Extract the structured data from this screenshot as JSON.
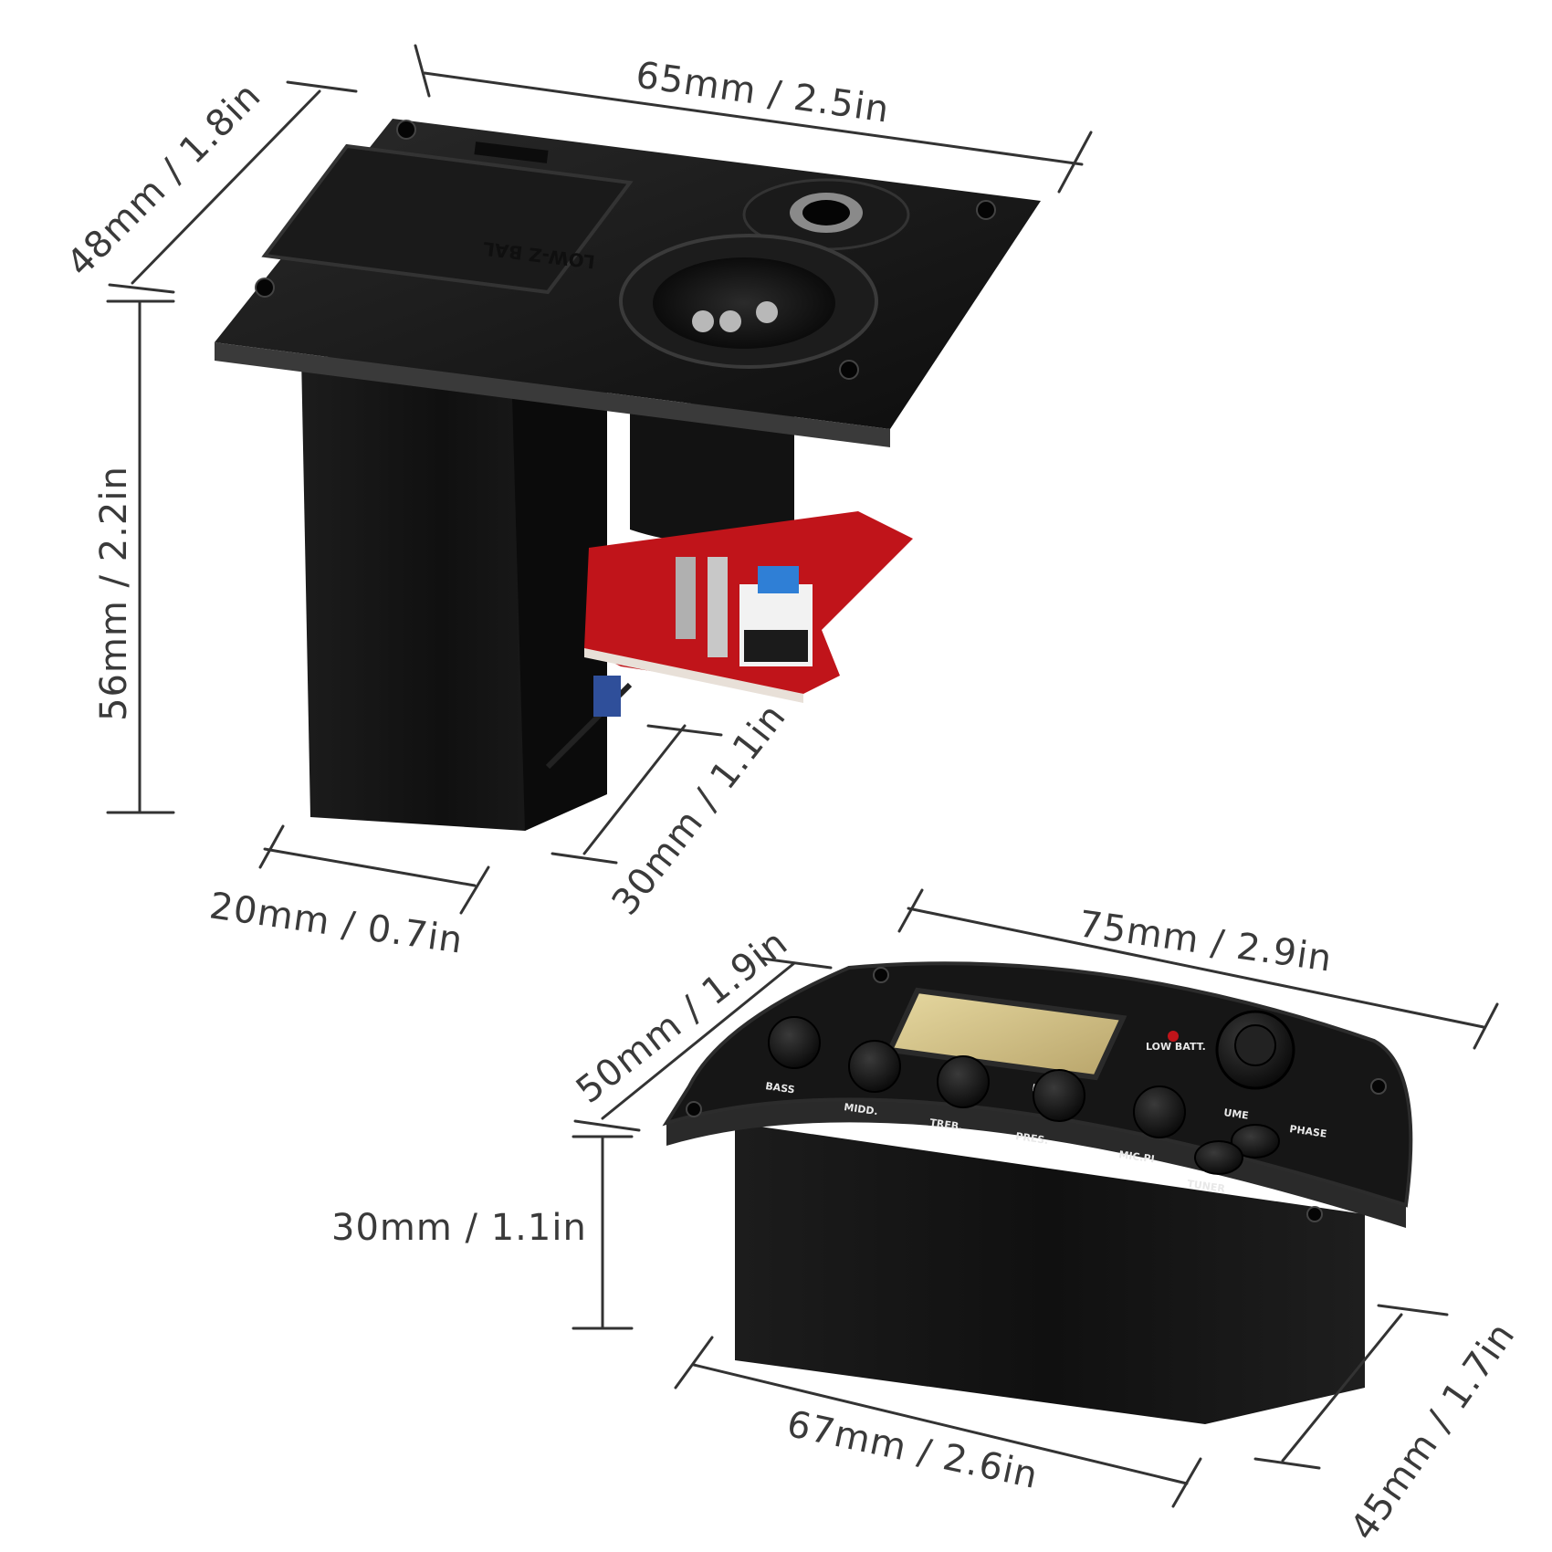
{
  "dimensions": {
    "box_top_width": "65mm / 2.5in",
    "box_top_depth": "48mm / 1.8in",
    "box_height": "56mm / 2.2in",
    "box_bottom_width": "20mm / 0.7in",
    "box_side_depth": "30mm / 1.1in",
    "pre_top_width": "75mm / 2.9in",
    "pre_top_depth": "50mm / 1.9in",
    "pre_height": "30mm / 1.1in",
    "pre_bottom_width": "67mm / 2.6in",
    "pre_bottom_depth": "45mm / 1.7in"
  },
  "battery_box": {
    "plate_marking": "LOW-Z BAL"
  },
  "preamp": {
    "knobs": [
      "BASS",
      "MIDD.",
      "TREB.",
      "PRES.",
      "MIC.PI"
    ],
    "volume_label": "UME",
    "phase_label": "PHASE",
    "tuner_label": "TUNER",
    "low_batt_label": "LOW BATT.",
    "model_label": "LT-"
  },
  "colors": {
    "product_black": "#141414",
    "pcb_red": "#c0141a",
    "lcd_yellow": "#d9c78a"
  }
}
